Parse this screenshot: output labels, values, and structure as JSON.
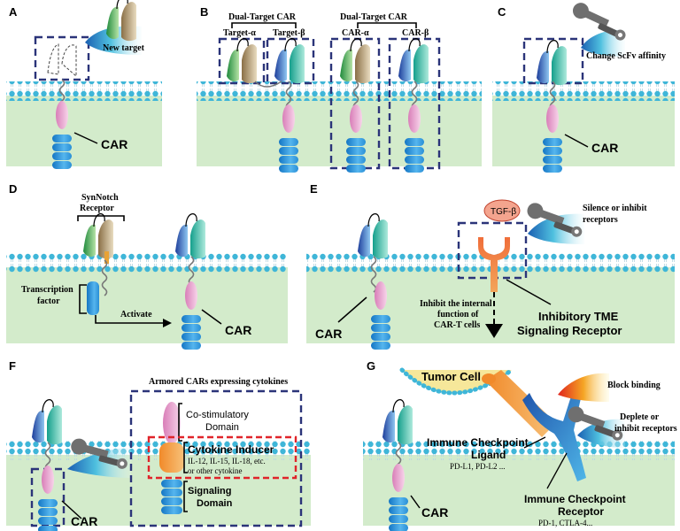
{
  "panels": {
    "A": {
      "label": "A",
      "new_target": "New target",
      "car": "CAR"
    },
    "B": {
      "label": "B",
      "group1_title": "Dual-Target CAR",
      "group2_title": "Dual-Target CAR",
      "target_alpha": "Target-α",
      "target_beta": "Target-β",
      "car_alpha": "CAR-α",
      "car_beta": "CAR-β"
    },
    "C": {
      "label": "C",
      "change_scfv": "Change ScFv affinity",
      "car": "CAR"
    },
    "D": {
      "label": "D",
      "synnotch_line1": "SynNotch",
      "synnotch_line2": "Receptor",
      "transcription_line1": "Transcription",
      "transcription_line2": "factor",
      "activate": "Activate",
      "car": "CAR"
    },
    "E": {
      "label": "E",
      "tgf": "TGF-β",
      "silence_line1": "Silence or inhibit",
      "silence_line2": "receptors",
      "car": "CAR",
      "inhibit_line1": "Inhibit the internal",
      "inhibit_line2": "function of",
      "inhibit_line3": "CAR-T cells",
      "tme_line1": "Inhibitory TME",
      "tme_line2": "Signaling Receptor"
    },
    "F": {
      "label": "F",
      "armored": "Armored CARs expressing cytokines",
      "costim_line1": "Co-stimulatory",
      "costim_line2": "Domain",
      "cytokine_title": "Cytokine Inducer",
      "cytokine_sub1": "IL-12, IL-15, IL-18, etc.",
      "cytokine_sub2": "or other cytokine",
      "signal_line1": "Signaling",
      "signal_line2": "Domain",
      "car": "CAR"
    },
    "G": {
      "label": "G",
      "tumor": "Tumor Cell",
      "block": "Block binding",
      "deplete_line1": "Deplete or",
      "deplete_line2": "inhibit receptors",
      "ligand_line1": "Immune Checkpoint",
      "ligand_line2": "Ligand",
      "ligand_sub": "PD-L1, PD-L2 ...",
      "receptor_line1": "Immune Checkpoint",
      "receptor_line2": "Receptor",
      "receptor_sub": "PD-1, CTLA-4...",
      "car": "CAR"
    }
  },
  "colors": {
    "cytoplasm": "#d3ebcb",
    "lipid_head": "#3fb6d8",
    "dashed_box": "#2b3479",
    "red_box": "#e0242a",
    "hinge_pink": "#e7a1cc",
    "signal_blue": "#1f8ad1",
    "cytokine_orange": "#f19a3b",
    "tgf_fill": "#f4a48e",
    "tumor_yellow": "#f6e79a"
  }
}
